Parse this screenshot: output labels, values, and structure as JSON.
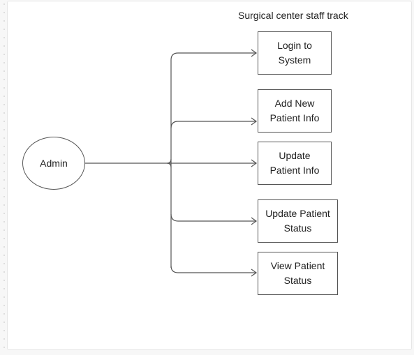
{
  "diagram": {
    "title": "Surgical center staff track",
    "actor": {
      "label": "Admin"
    },
    "actions": [
      {
        "line1": "Login to",
        "line2": "System"
      },
      {
        "line1": "Add New",
        "line2": "Patient Info"
      },
      {
        "line1": "Update",
        "line2": "Patient Info"
      },
      {
        "line1": "Update Patient",
        "line2": "Status"
      },
      {
        "line1": "View Patient",
        "line2": "Status"
      }
    ]
  }
}
